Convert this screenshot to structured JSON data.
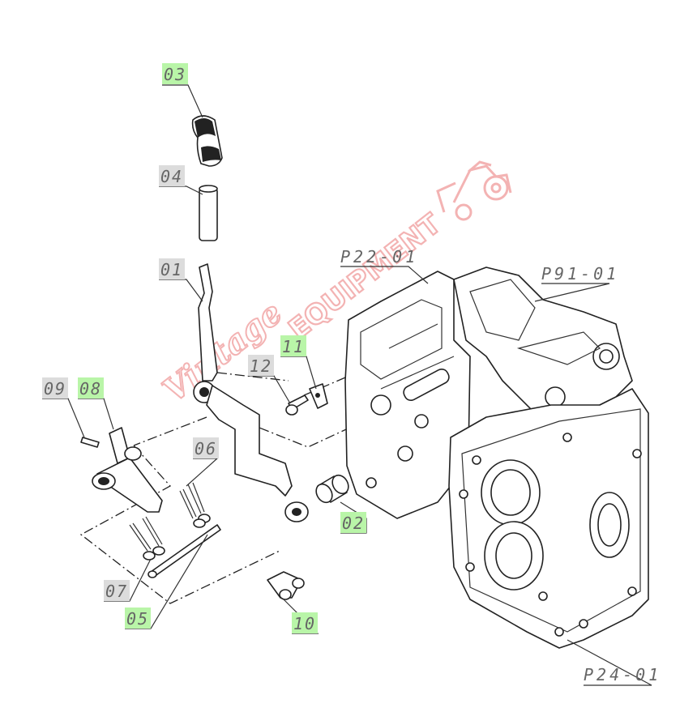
{
  "callouts": {
    "c01": {
      "text": "01",
      "highlight": false
    },
    "c02": {
      "text": "02",
      "highlight": true
    },
    "c03": {
      "text": "03",
      "highlight": true
    },
    "c04": {
      "text": "04",
      "highlight": false
    },
    "c05": {
      "text": "05",
      "highlight": true
    },
    "c06": {
      "text": "06",
      "highlight": false
    },
    "c07": {
      "text": "07",
      "highlight": false
    },
    "c08": {
      "text": "08",
      "highlight": true
    },
    "c09": {
      "text": "09",
      "highlight": false
    },
    "c10": {
      "text": "10",
      "highlight": true
    },
    "c11": {
      "text": "11",
      "highlight": true
    },
    "c12": {
      "text": "12",
      "highlight": false
    }
  },
  "references": {
    "p22": "P22-01",
    "p91": "P91-01",
    "p24": "P24-01"
  },
  "watermark": {
    "text": "EQUIPMENT",
    "script_text": "Vintage"
  },
  "colors": {
    "highlight": "#b9f5a8",
    "neutral": "#dcdcdc",
    "watermark": "#f2a6a6",
    "line": "#222222"
  }
}
